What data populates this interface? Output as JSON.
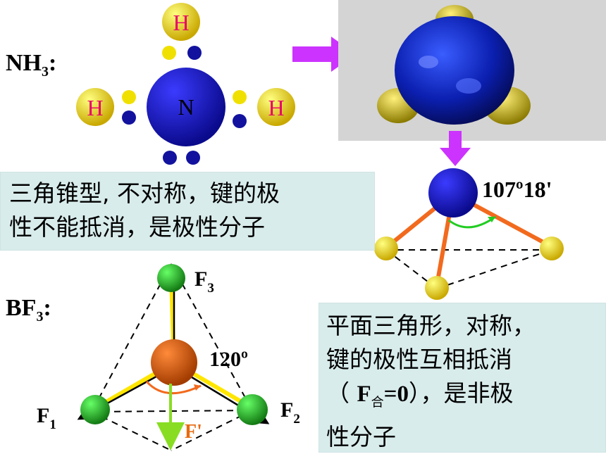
{
  "nh3": {
    "formula_main": "NH",
    "formula_sub": "3",
    "formula_colon": ":",
    "central_atom": "N",
    "h_atom": "H",
    "bond_angle": "107º18'",
    "description_line1": "三角锥型, 不对称，键的极",
    "description_line2": "性不能抵消，是极性分子"
  },
  "bf3": {
    "formula_main": "BF",
    "formula_sub": "3",
    "formula_colon": ":",
    "f_symbol": "F",
    "f1_sub": "1",
    "f2_sub": "2",
    "f3_sub": "3",
    "f_prime": "F'",
    "bond_angle": "120º",
    "description_line1": "平面三角形，对称，",
    "description_line2": "键的极性互相抵消",
    "description_line3_open": "（ ",
    "description_line3_f": "F",
    "description_line3_sub": "合",
    "description_line3_eq": "=0",
    "description_line3_close": "），是非极",
    "description_line4": "性分子"
  },
  "colors": {
    "n_atom": "#1a1aa6",
    "h_atom": "#e0c800",
    "h_text": "#e8006a",
    "arrow": "#cc33ff",
    "b_atom": "#d6600a",
    "f_atom": "#22aa22",
    "bond_orange": "#f26a1e",
    "angle_arc": "#22cc22",
    "f_prime": "#88dd22",
    "box_bg": "#d9ecec"
  }
}
